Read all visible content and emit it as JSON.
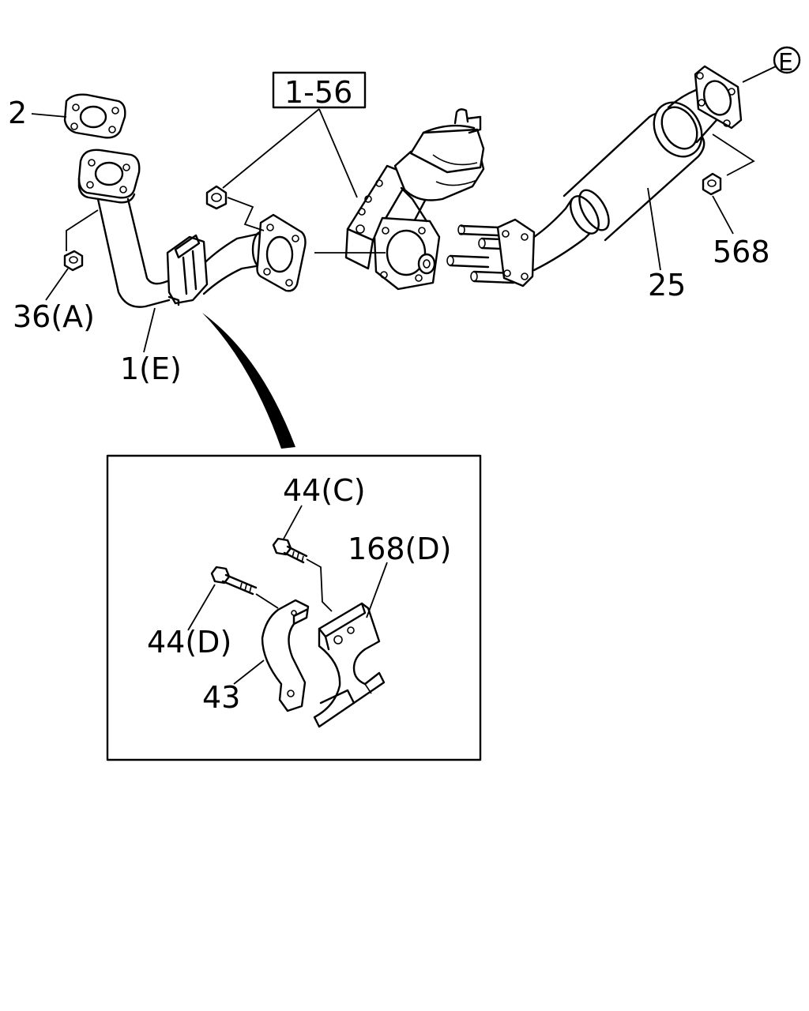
{
  "callouts": {
    "gasket": "2",
    "nut_a": "36(A)",
    "front_pipe": "1(E)",
    "egr_ref": "1-56",
    "catalytic_pipe": "25",
    "nut_568": "568",
    "ref_e": "E"
  },
  "detail": {
    "bolt_c": "44(C)",
    "bolt_d": "44(D)",
    "bracket_d": "168(D)",
    "clamp": "43"
  }
}
